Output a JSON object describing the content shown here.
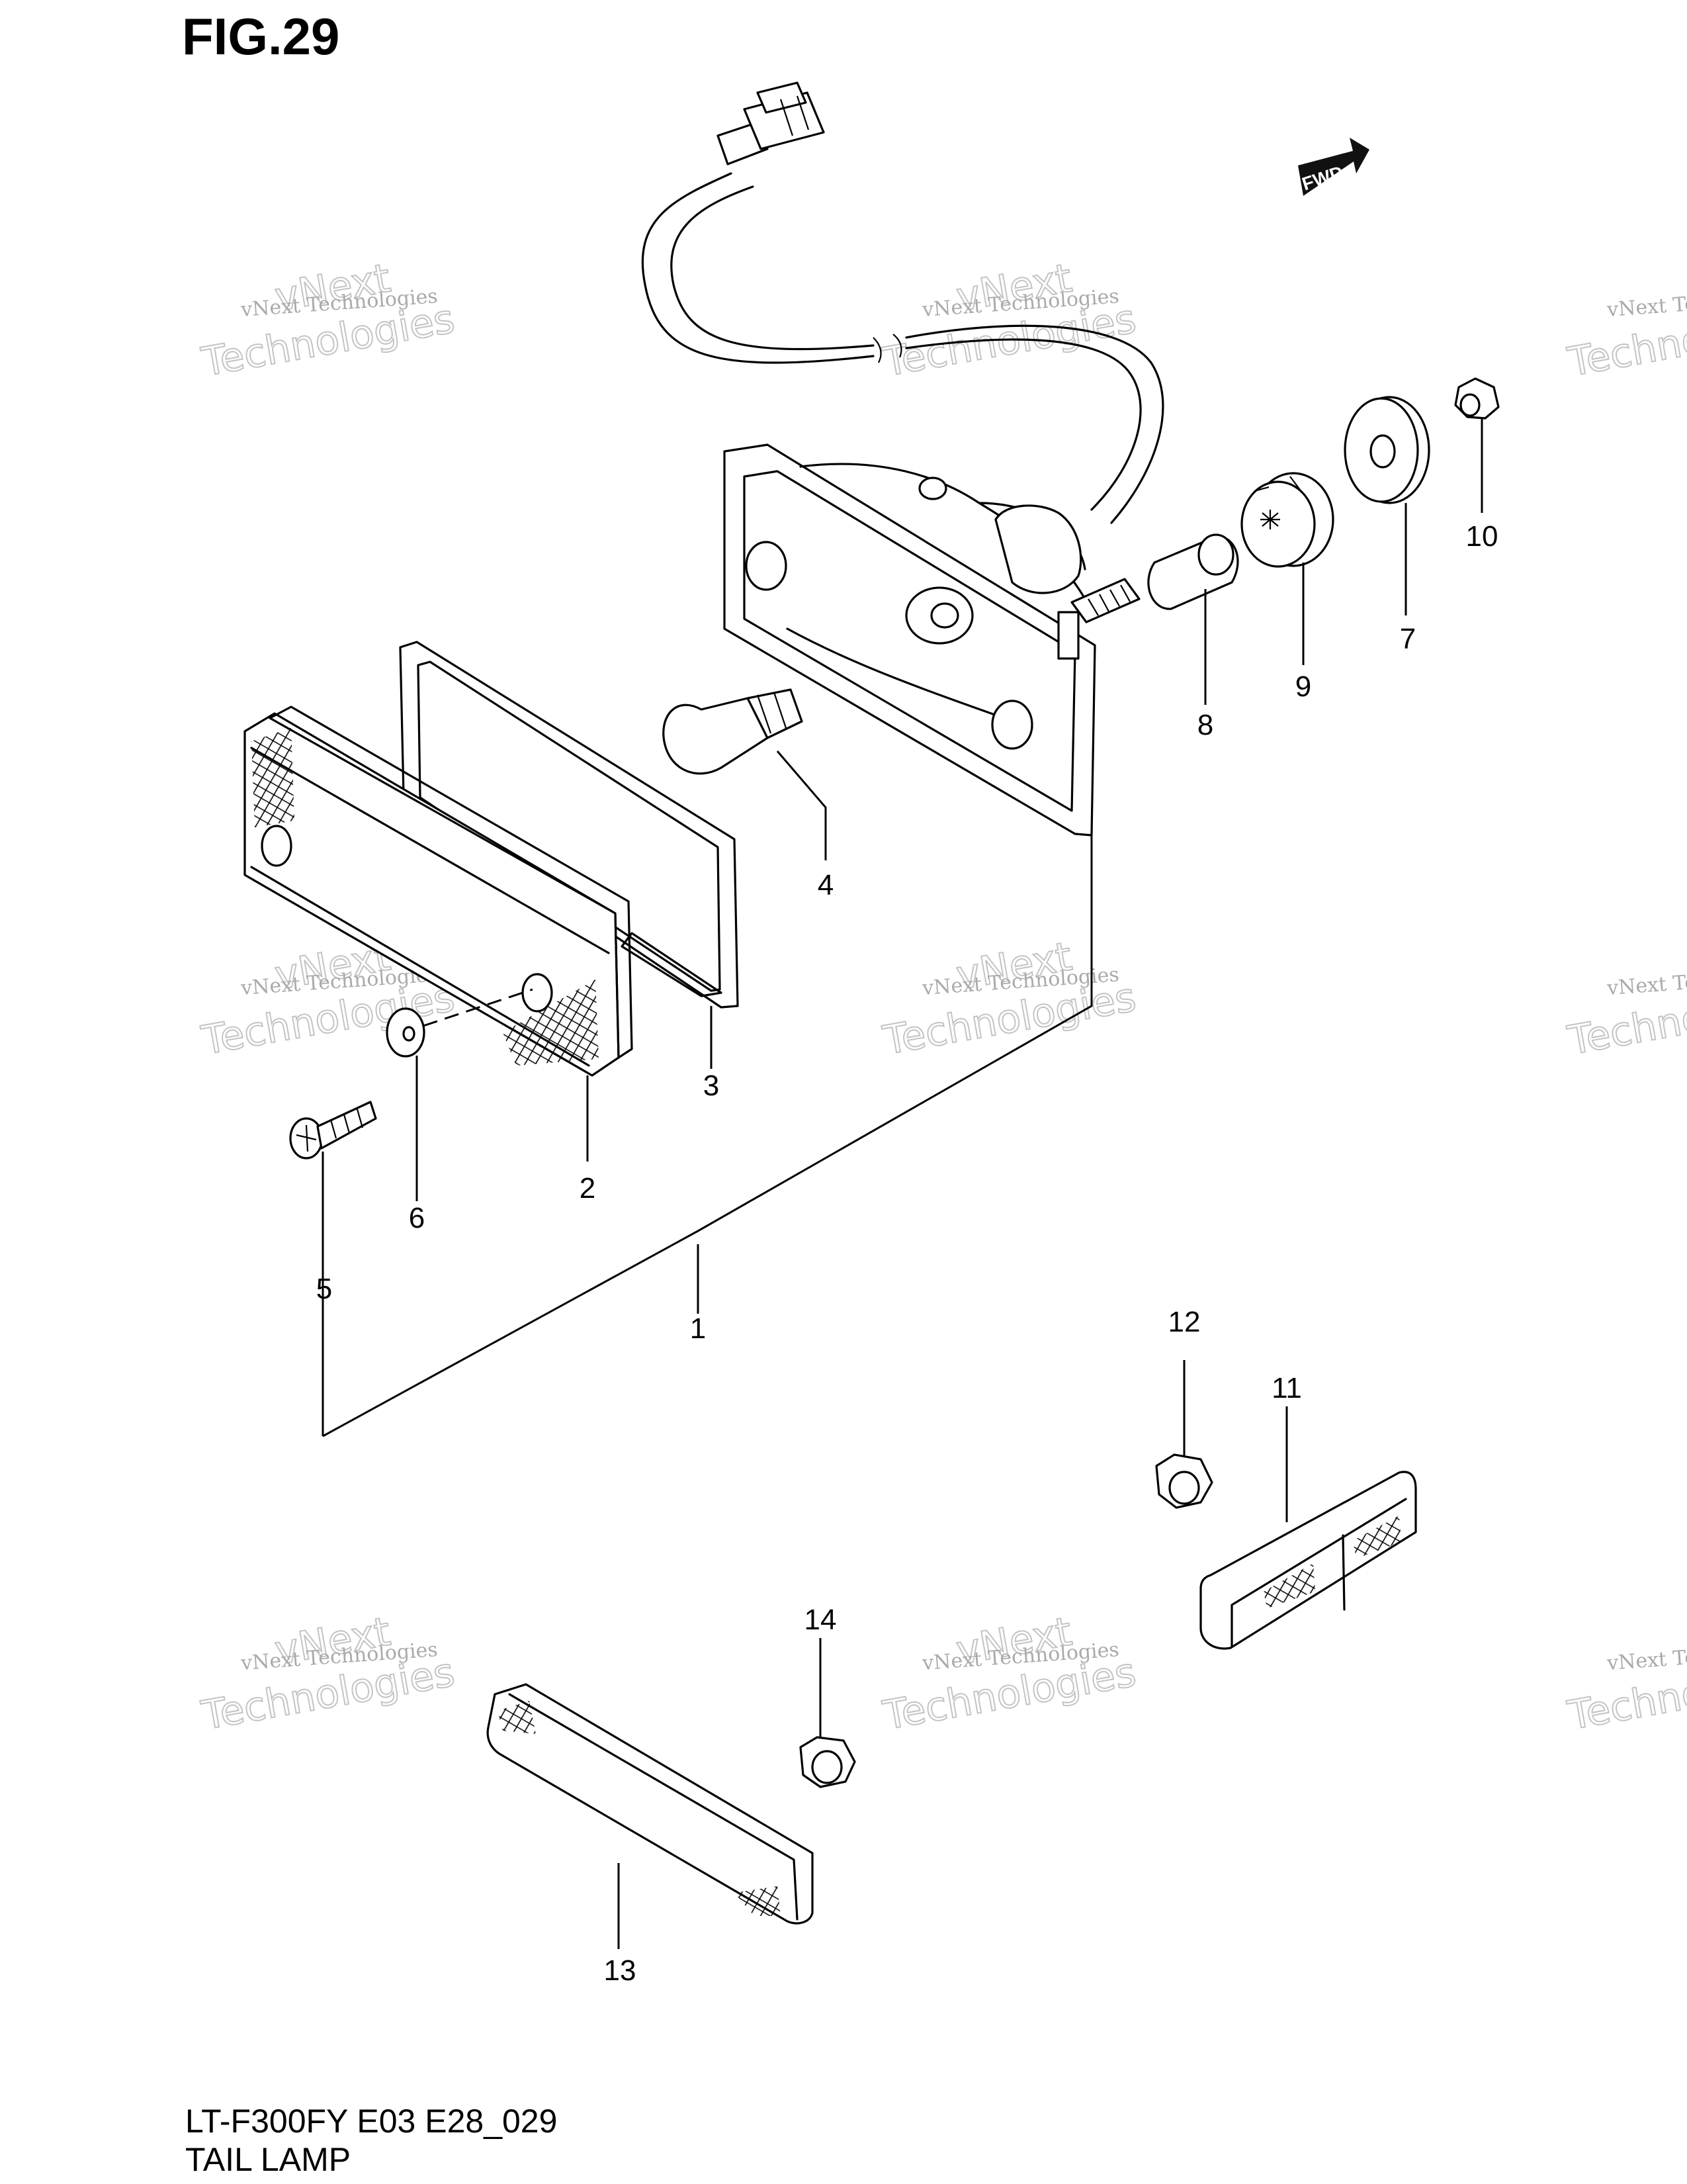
{
  "figure": {
    "title": "FIG.29",
    "model_code": "LT-F300FY E03 E28_029",
    "caption": "TAIL LAMP",
    "direction_label": "FWD"
  },
  "watermark": {
    "line1": "vNext Technologies",
    "line2": "vNext",
    "line3": "Technologies"
  },
  "callouts": [
    "1",
    "2",
    "3",
    "4",
    "5",
    "6",
    "7",
    "8",
    "9",
    "10",
    "11",
    "12",
    "13",
    "14"
  ]
}
